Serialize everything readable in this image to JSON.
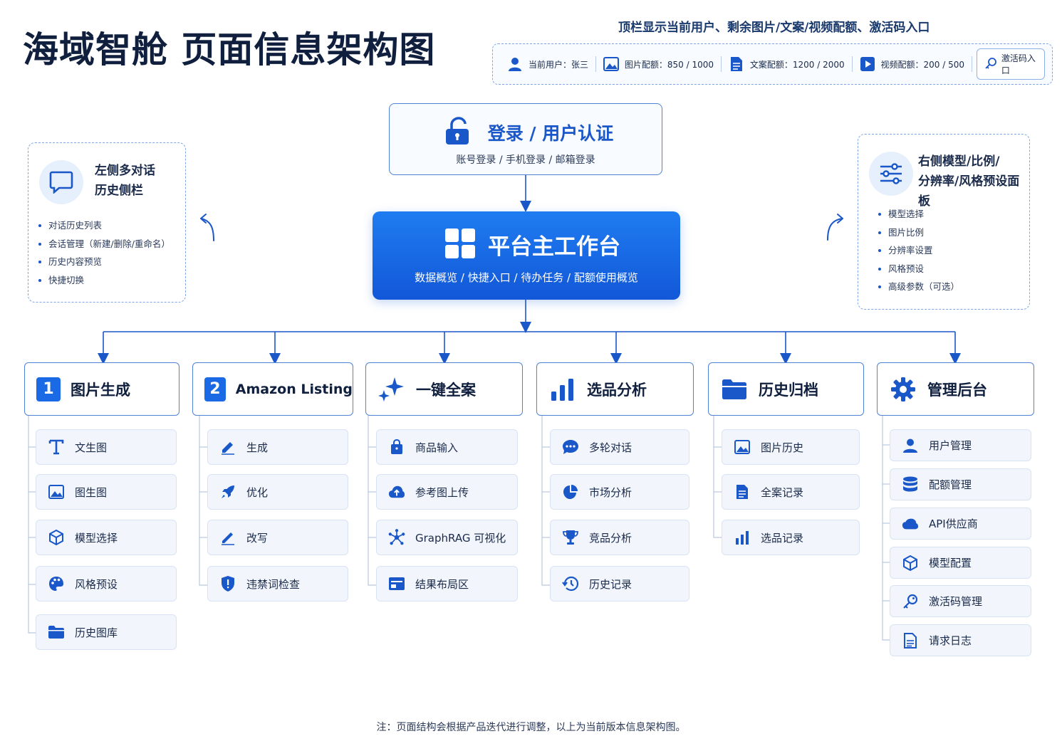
{
  "title": "海域智舱 页面信息架构图",
  "topbar": {
    "caption": "顶栏显示当前用户、剩余图片/文案/视频配额、激活码入口",
    "user_label": "当前用户：张三",
    "image_quota": "图片配额：850 / 1000",
    "copy_quota": "文案配额：1200 / 2000",
    "video_quota": "视频配额：200 / 500",
    "activation_button": "激活码入口"
  },
  "login": {
    "title": "登录 / 用户认证",
    "subtitle": "账号登录 / 手机登录 / 邮箱登录"
  },
  "workbench": {
    "title": "平台主工作台",
    "subtitle": "数据概览 / 快捷入口 / 待办任务 / 配额使用概览"
  },
  "left_panel": {
    "title_line1": "左侧多对话",
    "title_line2": "历史侧栏",
    "items": [
      "对话历史列表",
      "会话管理（新建/删除/重命名）",
      "历史内容预览",
      "快捷切换"
    ]
  },
  "right_panel": {
    "title_line1": "右侧模型/比例/",
    "title_line2": "分辨率/风格预设面板",
    "items": [
      "模型选择",
      "图片比例",
      "分辨率设置",
      "风格预设",
      "高级参数（可选）"
    ]
  },
  "categories": [
    {
      "num": "1",
      "label": "图片生成",
      "items": [
        "文生图",
        "图生图",
        "模型选择",
        "风格预设",
        "历史图库"
      ]
    },
    {
      "num": "2",
      "label": "Amazon Listing",
      "items": [
        "生成",
        "优化",
        "改写",
        "违禁词检查"
      ]
    },
    {
      "label": "一键全案",
      "items": [
        "商品输入",
        "参考图上传",
        "GraphRAG 可视化",
        "结果布局区"
      ]
    },
    {
      "label": "选品分析",
      "items": [
        "多轮对话",
        "市场分析",
        "竞品分析",
        "历史记录"
      ]
    },
    {
      "label": "历史归档",
      "items": [
        "图片历史",
        "全案记录",
        "选品记录"
      ]
    },
    {
      "label": "管理后台",
      "items": [
        "用户管理",
        "配额管理",
        "API供应商",
        "模型配置",
        "激活码管理",
        "请求日志"
      ]
    }
  ],
  "footnote": "注：页面结构会根据产品迭代进行调整，以上为当前版本信息架构图。",
  "colors": {
    "primary": "#1a6ae6",
    "accent_dark": "#1257d8",
    "border": "#4f83d6",
    "item_bg": "#f2f6fc"
  }
}
